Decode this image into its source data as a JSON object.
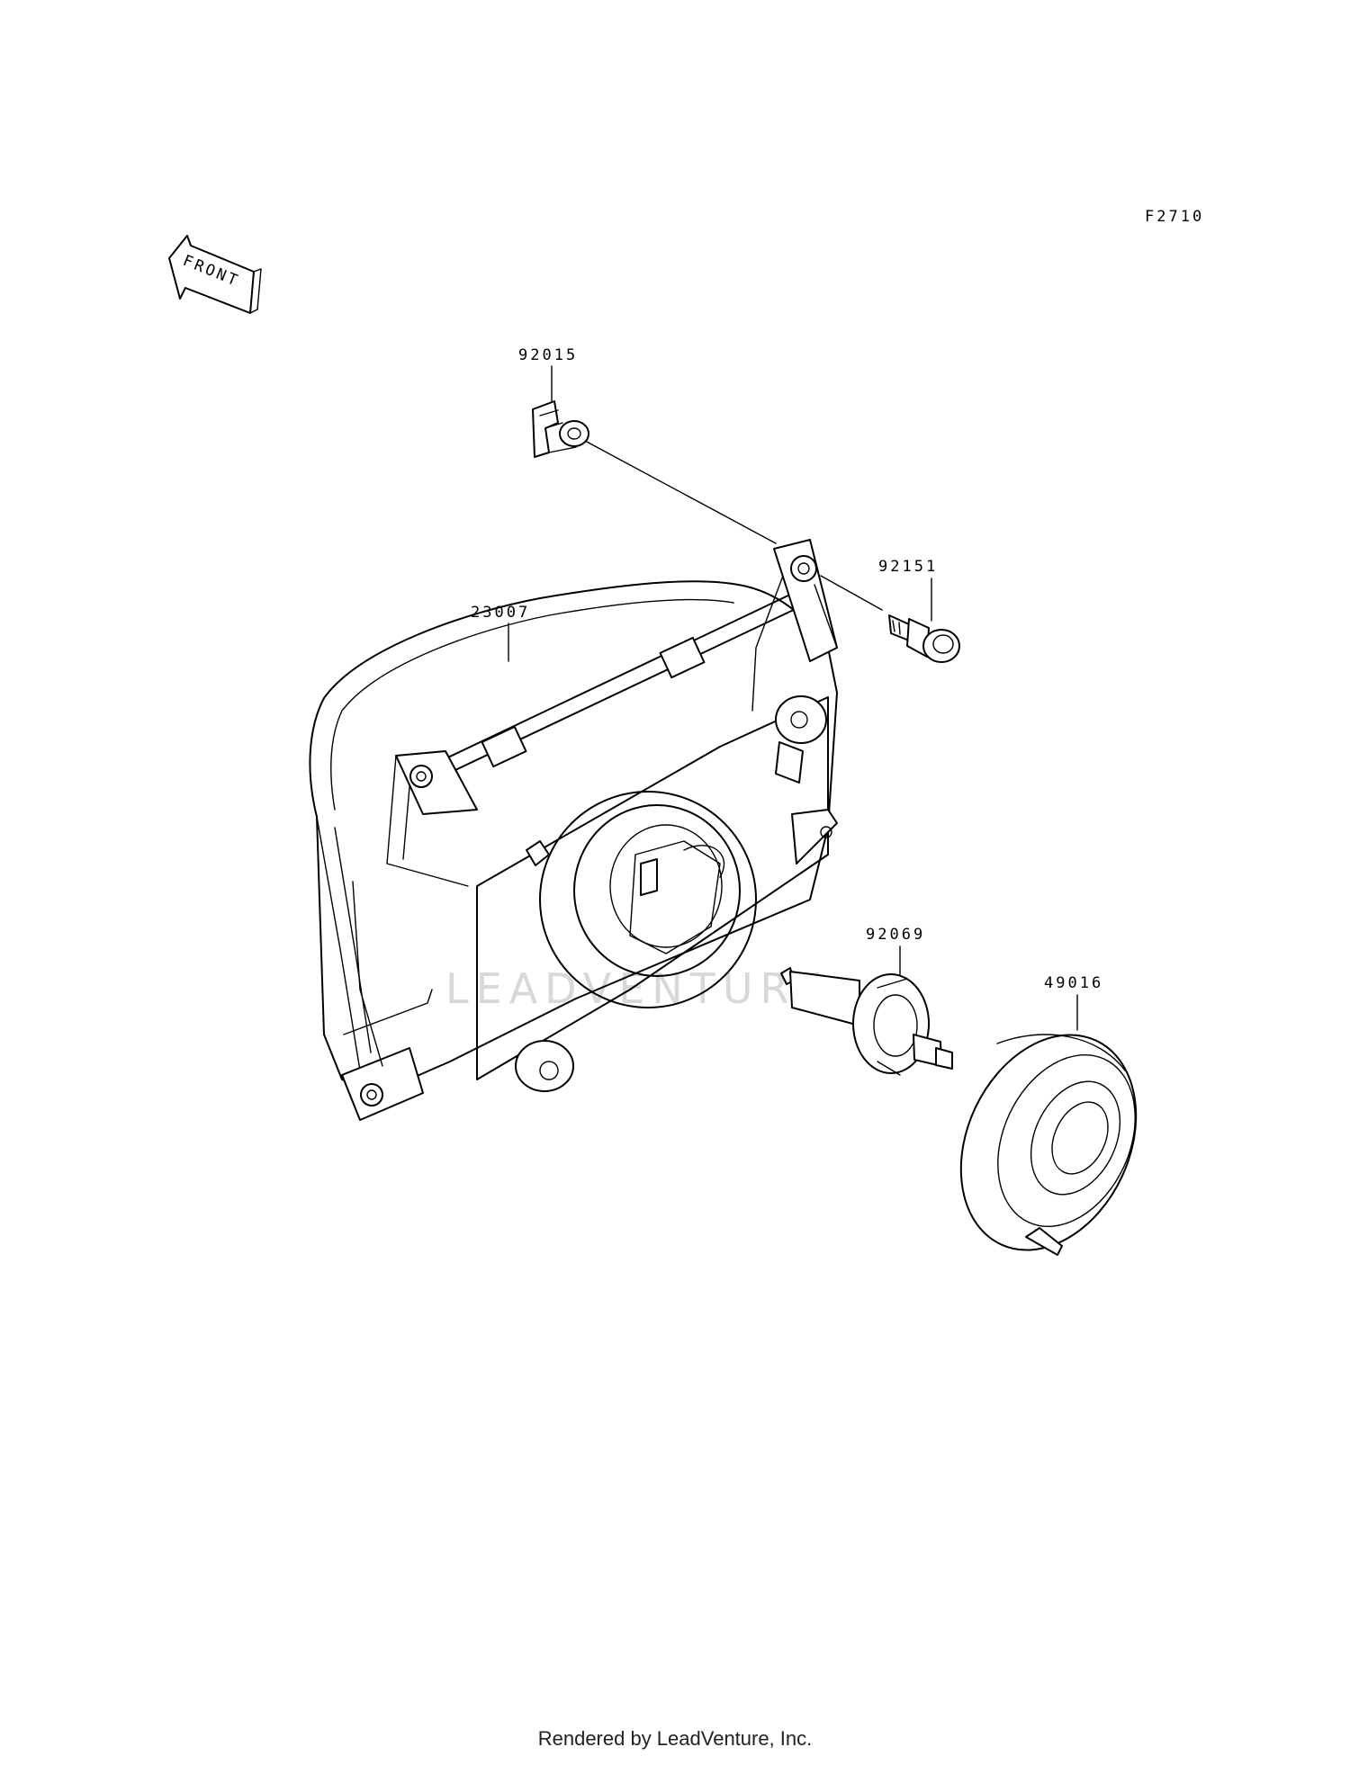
{
  "diagram_code": "F2710",
  "front_label": "FRONT",
  "watermark": "LEADVENTURE",
  "parts": [
    {
      "part_number": "92015"
    },
    {
      "part_number": "92151"
    },
    {
      "part_number": "23007"
    },
    {
      "part_number": "92069"
    },
    {
      "part_number": "49016"
    }
  ],
  "footer": "Rendered by LeadVenture, Inc."
}
